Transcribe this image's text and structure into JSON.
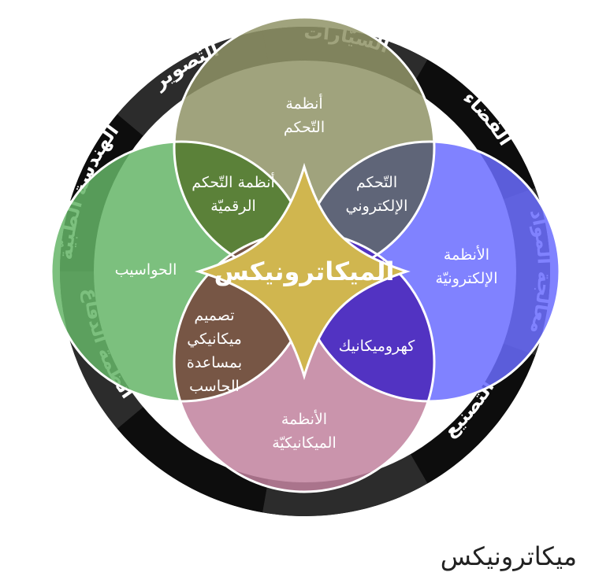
{
  "colors": {
    "ring_dark": "#0d0d0d",
    "ring_light": "#2c2c2c",
    "control_systems": "#8f9366",
    "computers": "#65b567",
    "electronics": "#6a6cff",
    "mechanical": "#c1819d",
    "center": "#d0b64f",
    "digital_control": "#5b8139",
    "electronic_control": "#5f6578",
    "electromechanics": "#5233c2",
    "cad": "#775645"
  },
  "ring_labels": [
    "السيّارات",
    "الفضاء",
    "معالجة المواد",
    "التصنيع",
    "",
    "",
    "أنظمة الدفاع",
    "الهندسة الطبيّة",
    "التّصوير"
  ],
  "regions": {
    "control_systems": [
      "أنظمة",
      "التّحكم"
    ],
    "computers": [
      "الحواسيب"
    ],
    "electronics": [
      "الأنظمة",
      "الإلكترونيّة"
    ],
    "mechanical": [
      "الأنظمة",
      "الميكانيكيّة"
    ],
    "digital_control": [
      "أنظمة التّحكم",
      "الرقميّة"
    ],
    "electronic_control": [
      "التّحكم",
      "الإلكتروني"
    ],
    "electromechanics": [
      "كهروميكانيك"
    ],
    "cad": [
      "تصميم",
      "ميكانيكي",
      "بمساعدة",
      "الحاسب"
    ]
  },
  "center_label": "الميكاترونيكس",
  "caption": "ميكاترونيكس"
}
